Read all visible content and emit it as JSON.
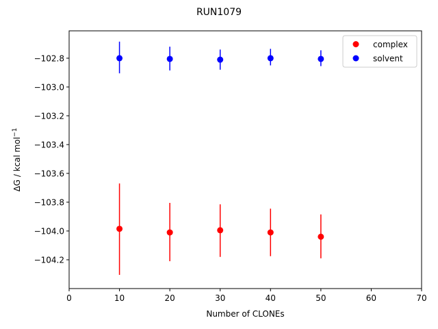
{
  "chart_data": {
    "type": "scatter",
    "title": "RUN1079",
    "xlabel": "Number of CLONEs",
    "ylabel": "ΔG / kcal mol",
    "ylabel_superscript": "−1",
    "xlim": [
      0,
      70
    ],
    "ylim": [
      -104.4,
      -102.61
    ],
    "xticks": [
      0,
      10,
      20,
      30,
      40,
      50,
      60,
      70
    ],
    "xtick_labels": [
      "0",
      "10",
      "20",
      "30",
      "40",
      "50",
      "60",
      "70"
    ],
    "yticks": [
      -104.2,
      -104.0,
      -103.8,
      -103.6,
      -103.4,
      -103.2,
      -103.0,
      -102.8
    ],
    "ytick_labels": [
      "−104.2",
      "−104.0",
      "−103.8",
      "−103.6",
      "−103.4",
      "−103.2",
      "−103.0",
      "−102.8"
    ],
    "grid": false,
    "legend_position": "top-right",
    "series": [
      {
        "name": "complex",
        "color": "#ff0000",
        "x": [
          10,
          20,
          30,
          40,
          50
        ],
        "y": [
          -103.985,
          -104.01,
          -103.995,
          -104.01,
          -104.04
        ],
        "yerr_low": [
          -104.305,
          -104.21,
          -104.18,
          -104.175,
          -104.19
        ],
        "yerr_high": [
          -103.67,
          -103.805,
          -103.815,
          -103.845,
          -103.885
        ]
      },
      {
        "name": "solvent",
        "color": "#0000ff",
        "x": [
          10,
          20,
          30,
          40,
          50
        ],
        "y": [
          -102.8,
          -102.805,
          -102.81,
          -102.8,
          -102.805
        ],
        "yerr_low": [
          -102.905,
          -102.885,
          -102.88,
          -102.85,
          -102.855
        ],
        "yerr_high": [
          -102.685,
          -102.72,
          -102.74,
          -102.735,
          -102.745
        ]
      }
    ]
  }
}
